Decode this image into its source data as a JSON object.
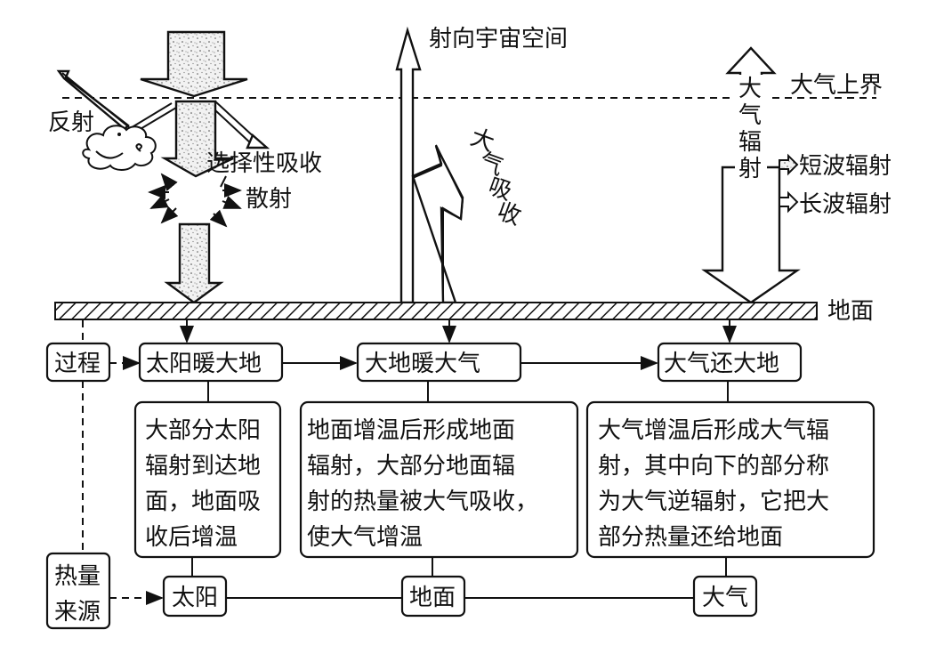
{
  "title": "大气的受热过程",
  "labels": {
    "space": "射向宇宙空间",
    "top_of_atmosphere": "大气上界",
    "reflection": "反射",
    "selective_absorption": "选择性吸收",
    "scattering": "散射",
    "atmospheric_absorption": [
      "大",
      "气",
      "吸",
      "收"
    ],
    "atmospheric_radiation": [
      "大",
      "气",
      "辐",
      "射"
    ],
    "ground": "地面"
  },
  "legend": [
    {
      "icon": "speckled-arrow",
      "label": "短波辐射"
    },
    {
      "icon": "hollow-arrow",
      "label": "长波辐射"
    }
  ],
  "rows": {
    "process_label": "过程",
    "heat_source_label": [
      "热量",
      "来源"
    ]
  },
  "stages": [
    {
      "title": "太阳暖大地",
      "description": [
        "大部分太阳",
        "辐射到达地",
        "面，地面吸",
        "收后增温"
      ],
      "source": "太阳"
    },
    {
      "title": "大地暖大气",
      "description": [
        "地面增温后形成地面",
        "辐射，大部分地面辐",
        "射的热量被大气吸收，",
        "使大气增温"
      ],
      "source": "地面"
    },
    {
      "title": "大气还大地",
      "description": [
        "大气增温后形成大气辐",
        "射，其中向下的部分称",
        "为大气逆辐射，它把大",
        "部分热量还给地面"
      ],
      "source": "大气"
    }
  ]
}
